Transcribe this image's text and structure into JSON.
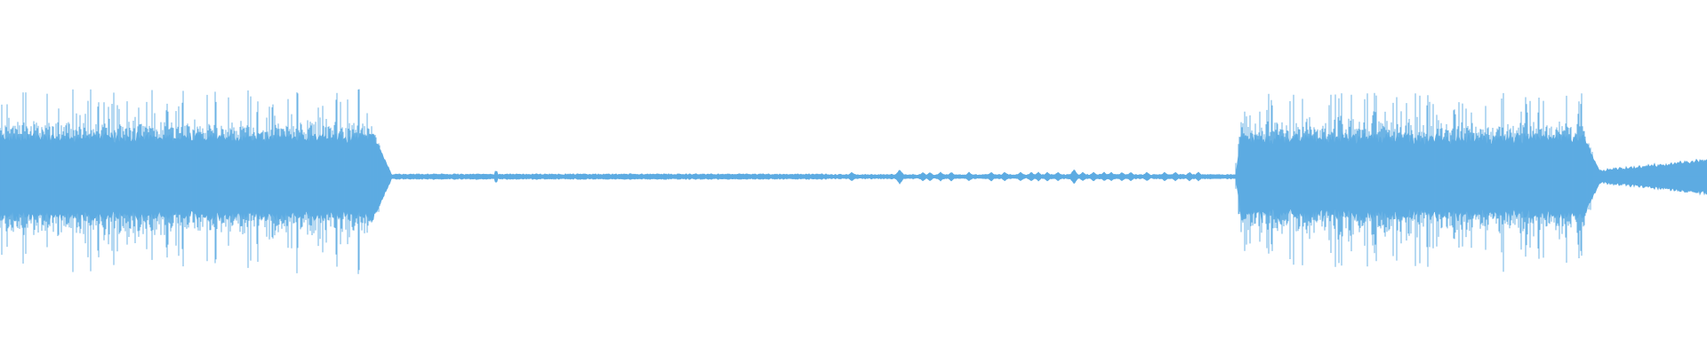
{
  "waveform": {
    "color": "#5dabe2",
    "background": "#ffffff",
    "segments": [
      {
        "name": "loud-section-1",
        "start": 0.0,
        "end": 0.218,
        "level": "high"
      },
      {
        "name": "quiet-tail-1",
        "start": 0.218,
        "end": 0.475,
        "level": "silent"
      },
      {
        "name": "sparse-bursts",
        "start": 0.475,
        "end": 0.725,
        "level": "low"
      },
      {
        "name": "loud-section-2",
        "start": 0.725,
        "end": 0.93,
        "level": "high"
      },
      {
        "name": "fade-tail-2",
        "start": 0.93,
        "end": 1.0,
        "level": "low-rising"
      }
    ]
  }
}
